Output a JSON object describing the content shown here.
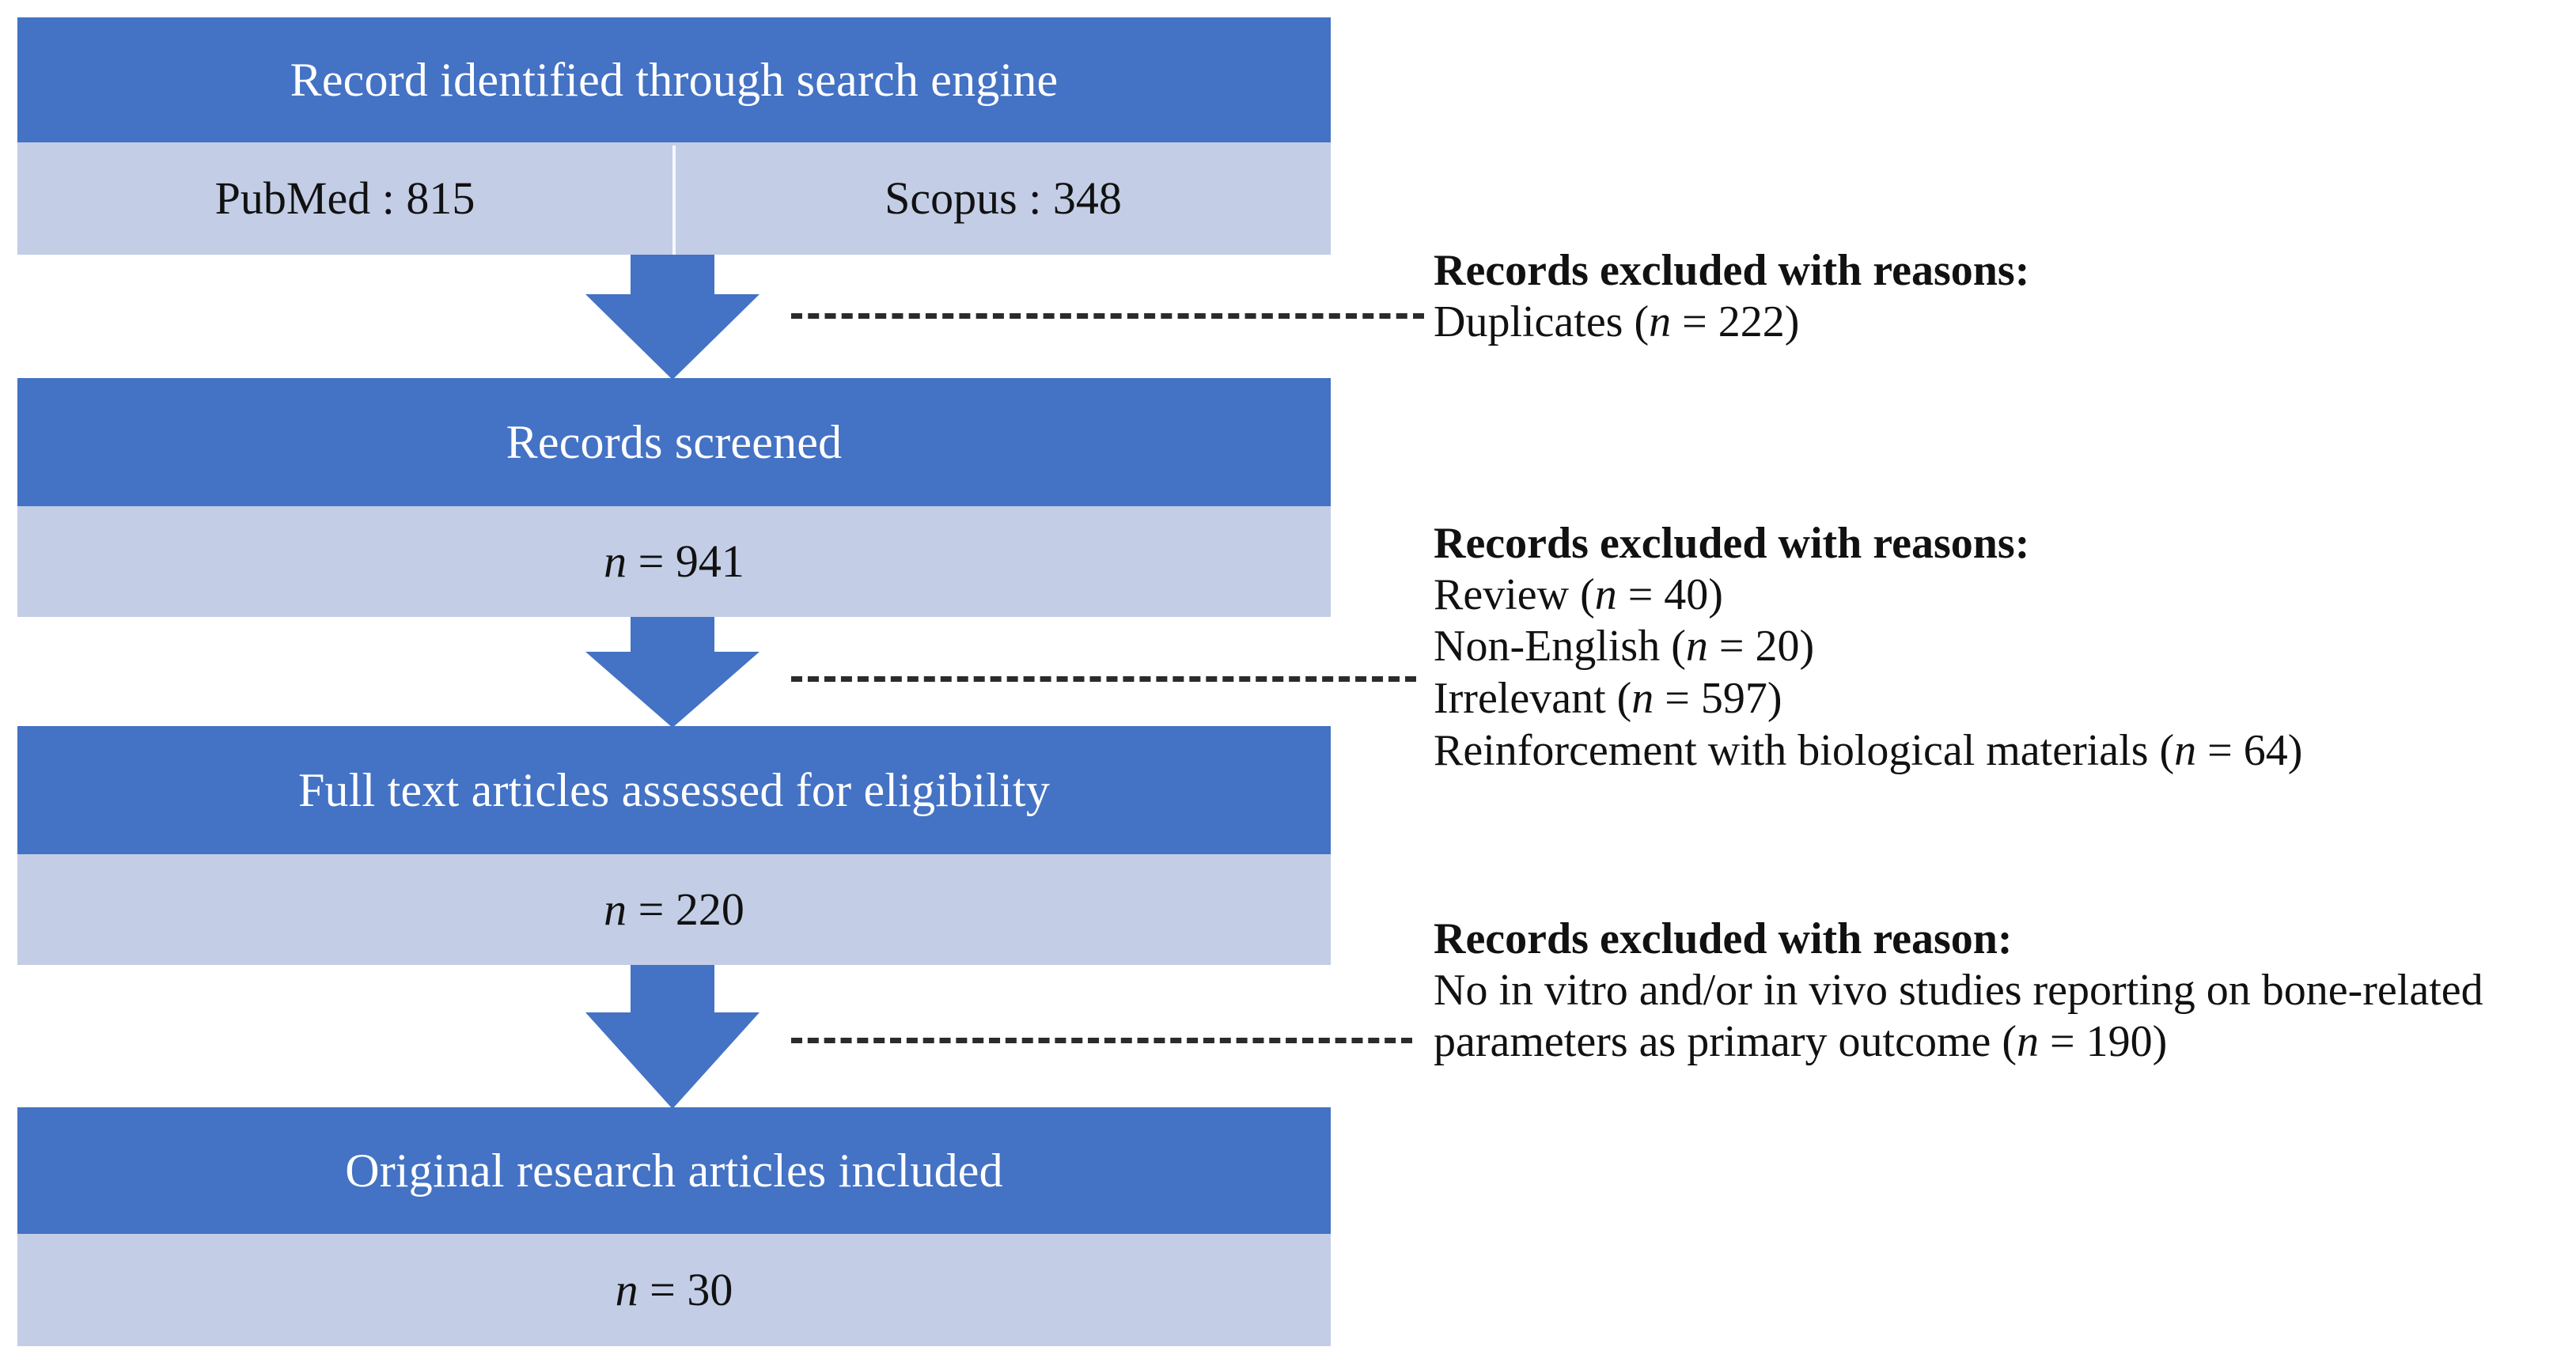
{
  "diagram": {
    "type": "prisma-flow-diagram",
    "colors": {
      "header_blue": "#4472C4",
      "body_light_blue": "#C3CDE6",
      "arrow_blue": "#4472C4",
      "text_dark": "#111111",
      "text_on_header": "#FFFFFF",
      "dashed_line": "#2B2B2B"
    }
  },
  "stages": [
    {
      "id": "identification",
      "header": "Record identified through search engine",
      "sources": [
        {
          "label": "PubMed : 815",
          "database": "PubMed",
          "count": 815
        },
        {
          "label": "Scopus : 348",
          "database": "Scopus",
          "count": 348
        }
      ]
    },
    {
      "id": "screening",
      "header": "Records screened",
      "count_label": "n = 941",
      "n_symbol": "n",
      "n_equals": " = 941",
      "count": 941
    },
    {
      "id": "eligibility",
      "header": "Full text articles assessed for eligibility",
      "count_label": "n = 220",
      "n_symbol": "n",
      "n_equals": " = 220",
      "count": 220
    },
    {
      "id": "included",
      "header": "Original research articles included",
      "count_label": "n = 30",
      "n_symbol": "n",
      "n_equals": " = 30",
      "count": 30
    }
  ],
  "exclusions": [
    {
      "id": "exclusion-1",
      "title": "Records excluded with reasons:",
      "reasons": [
        {
          "text_before": "Duplicates (",
          "n_symbol": "n",
          "text_after": " = 222)",
          "label": "Duplicates",
          "count": 222
        }
      ]
    },
    {
      "id": "exclusion-2",
      "title": "Records excluded with reasons:",
      "reasons": [
        {
          "text_before": "Review (",
          "n_symbol": "n",
          "text_after": " = 40)",
          "label": "Review",
          "count": 40
        },
        {
          "text_before": "Non-English (",
          "n_symbol": "n",
          "text_after": " = 20)",
          "label": "Non-English",
          "count": 20
        },
        {
          "text_before": "Irrelevant (",
          "n_symbol": "n",
          "text_after": " = 597)",
          "label": "Irrelevant",
          "count": 597
        },
        {
          "text_before": "Reinforcement with biological materials (",
          "n_symbol": "n",
          "text_after": " = 64)",
          "label": "Reinforcement with biological materials",
          "count": 64
        }
      ]
    },
    {
      "id": "exclusion-3",
      "title": "Records excluded with reason:",
      "reasons": [
        {
          "text_before": "No in vitro and/or in vivo studies reporting on bone-related parameters as primary outcome (",
          "n_symbol": "n",
          "text_after": " = 190)",
          "label": "No in vitro and/or in vivo studies reporting on bone-related parameters as primary outcome",
          "count": 190
        }
      ]
    }
  ]
}
